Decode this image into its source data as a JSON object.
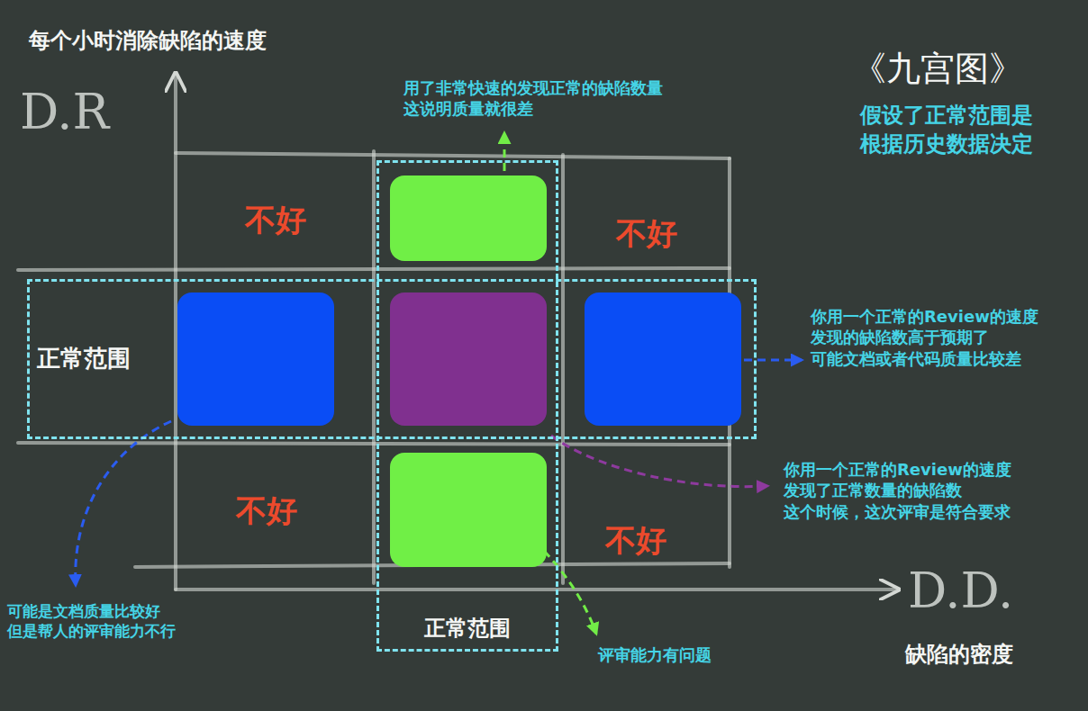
{
  "diagram": {
    "title": "《九宫图》",
    "nodes": [
      {
        "text": [
          "正常范围"
        ]
      },
      {
        "text": [
          "正常范围"
        ]
      }
    ],
    "labels": [
      "每个小时消除缺陷的速度",
      "D.R",
      "假设了正常范围是 根据历史数据决定",
      "用了非常快速的发现正常的缺陷数量 这说明质量就很差",
      "不好",
      "不好",
      "你用一个正常的Review的速度 发现的缺陷数高于预期了 可能文档或者代码质量比较差",
      "你用一个正常的Review的速度 发现了正常数量的缺陷数 这个时候，这次评审是符合要求",
      "不好",
      "不好",
      "可能是文档质量比较好 但是帮人的评审能力不行",
      "评审能力有问题",
      "D.D.",
      "缺陷的密度"
    ]
  }
}
